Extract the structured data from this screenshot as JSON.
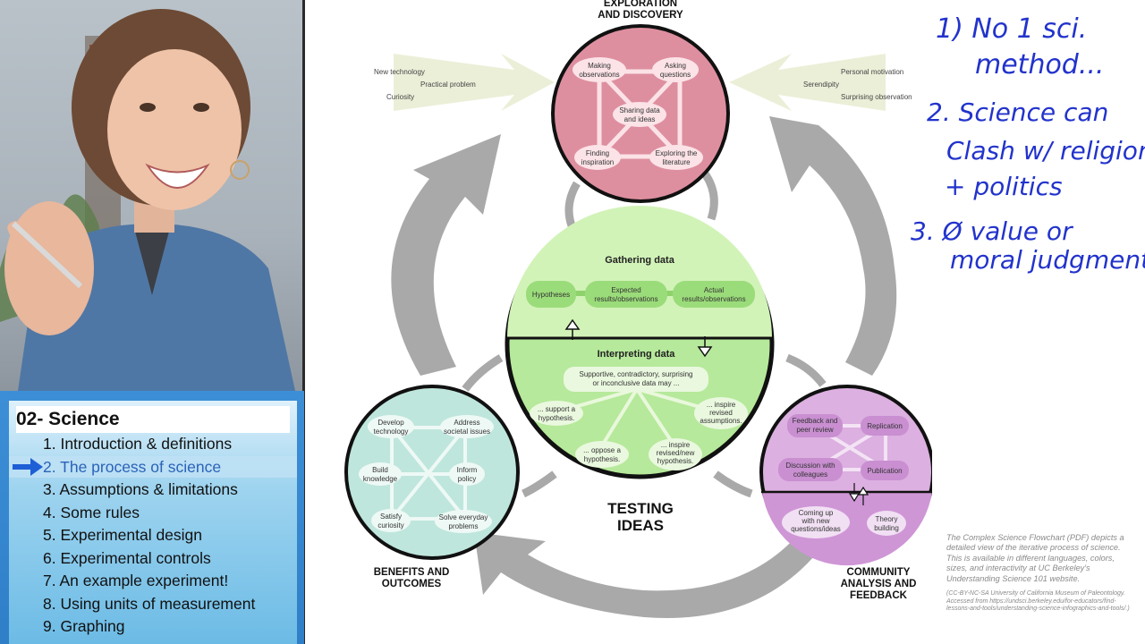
{
  "agenda": {
    "title": "02- Science",
    "items": [
      {
        "label": "1. Introduction & definitions"
      },
      {
        "label": "2. The process of science",
        "active": true
      },
      {
        "label": "3. Assumptions & limitations"
      },
      {
        "label": "4. Some rules"
      },
      {
        "label": "5. Experimental design"
      },
      {
        "label": "6. Experimental controls"
      },
      {
        "label": "7. An example experiment!"
      },
      {
        "label": "8. Using units of measurement"
      },
      {
        "label": "9. Graphing"
      }
    ]
  },
  "diagram": {
    "top_title_line1": "EXPLORATION",
    "top_title_line2": "AND DISCOVERY",
    "left_inputs": [
      "New technology",
      "Practical problem",
      "Curiosity"
    ],
    "right_inputs": [
      "Personal motivation",
      "Serendipity",
      "Surprising observation"
    ],
    "exploration_nodes": {
      "making_observations": [
        "Making",
        "observations"
      ],
      "asking_questions": [
        "Asking",
        "questions"
      ],
      "sharing_data": [
        "Sharing data",
        "and ideas"
      ],
      "finding_inspiration": [
        "Finding",
        "inspiration"
      ],
      "exploring_literature": [
        "Exploring the",
        "literature"
      ]
    },
    "gathering_title": "Gathering data",
    "gathering_nodes": {
      "hypotheses": [
        "Hypotheses"
      ],
      "expected": [
        "Expected",
        "results/observations"
      ],
      "actual": [
        "Actual",
        "results/observations"
      ]
    },
    "interpreting_title": "Interpreting data",
    "interpreting_nodes": {
      "intro": [
        "Supportive, contradictory, surprising",
        "or inconclusive data may ..."
      ],
      "support": [
        "... support a",
        "hypothesis."
      ],
      "inspire_revised": [
        "... inspire",
        "revised",
        "assumptions."
      ],
      "oppose": [
        "... oppose a",
        "hypothesis."
      ],
      "inspire_new": [
        "... inspire",
        "revised/new",
        "hypothesis."
      ]
    },
    "testing_label_line1": "TESTING",
    "testing_label_line2": "IDEAS",
    "benefits_nodes": {
      "develop_technology": [
        "Develop",
        "technology"
      ],
      "address_issues": [
        "Address",
        "societal issues"
      ],
      "build_knowledge": [
        "Build",
        "knowledge"
      ],
      "inform_policy": [
        "Inform",
        "policy"
      ],
      "satisfy_curiosity": [
        "Satisfy",
        "curiosity"
      ],
      "solve_problems": [
        "Solve everyday",
        "problems"
      ]
    },
    "benefits_title_line1": "BENEFITS AND",
    "benefits_title_line2": "OUTCOMES",
    "community_nodes": {
      "feedback": [
        "Feedback and",
        "peer review"
      ],
      "replication": [
        "Replication"
      ],
      "discussion": [
        "Discussion with",
        "colleagues"
      ],
      "publication": [
        "Publication"
      ],
      "coming_up": [
        "Coming up",
        "with new",
        "questions/ideas"
      ],
      "theory": [
        "Theory",
        "building"
      ]
    },
    "community_title_line1": "COMMUNITY",
    "community_title_line2": "ANALYSIS AND",
    "community_title_line3": "FEEDBACK",
    "credit_main": "The Complex Science Flowchart (PDF) depicts a detailed view of the iterative process of science. This is available in different languages, colors, sizes, and interactivity at UC Berkeley's Understanding Science 101 website.",
    "credit_small": "(CC-BY-NC-SA University of California Museum of Paleontology. Accessed from https://undsci.berkeley.edu/for-educators/find-lessons-and-tools/understanding-science-infographics-and-tools/.)"
  },
  "handwritten_notes": {
    "note1_line1": "1) No 1 sci.",
    "note1_line2": "method...",
    "note2_line1": "2. Science can",
    "note2_line2": "Clash w/ religion",
    "note2_line3": "+ politics",
    "note3_line1": "3. Ø value or",
    "note3_line2": "moral judgments"
  },
  "colors": {
    "exploration_fill": "#de8f9f",
    "testing_fill": "#b6e99b",
    "benefits_fill": "#bfe6dc",
    "community_fill": "#dcb0e0",
    "cycle_arrow": "#a7a7a7",
    "ink": "#2233cc",
    "agenda_blue": "#3c8fd6"
  }
}
